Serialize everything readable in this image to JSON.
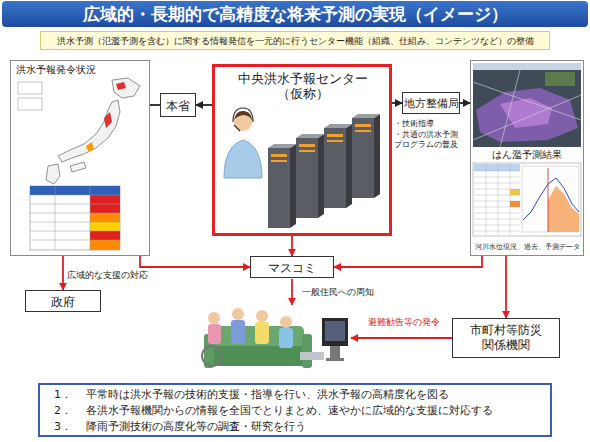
{
  "diagram": {
    "title": "広域的・長期的で高精度な将来予測の実現（イメージ）",
    "nodes": [
      {
        "text": [
          "洪水予測（氾濫予測を含む）に関する情報発信を一元的に行うセンター機能（組織、仕組み、コンテンツなど）の整備"
        ]
      },
      {
        "text": [
          "洪水予報発令状況"
        ]
      },
      {
        "text": [
          "本省"
        ]
      },
      {
        "text": [
          "中央洪水予報センター（仮称）"
        ]
      },
      {
        "text": [
          "地方整備局"
        ]
      },
      {
        "text": [
          "はん濫予測結果",
          "河川水位現況、過去、予測データ"
        ]
      },
      {
        "text": [
          "マスコミ"
        ]
      },
      {
        "text": [
          "政府"
        ]
      },
      {
        "text": [
          "市町村等防災関係機関"
        ]
      },
      {
        "text": [
          "1．",
          "平常時は洪水予報の技術的支援・指導を行い、洪水予報の高精度化を図る",
          "2．",
          "各洪水予報機関からの情報を全国でとりまとめ、速やかに広域的な支援に対応する",
          "3．",
          "降雨予測技術の高度化等の調査・研究を行う"
        ]
      }
    ],
    "edges": [
      {
        "from": 3,
        "to": 2,
        "arrow": "to"
      },
      {
        "from": 2,
        "to": 1,
        "arrow": "none"
      },
      {
        "from": 3,
        "to": 4,
        "arrow": "to"
      },
      {
        "from": 4,
        "to": 5,
        "arrow": "to"
      },
      {
        "from": 1,
        "to": 7,
        "label": "広域的な支援の対応",
        "arrow": "to"
      },
      {
        "from": 1,
        "to": 6,
        "arrow": "to"
      },
      {
        "from": 3,
        "to": 6,
        "arrow": "to"
      },
      {
        "from": 5,
        "to": 6,
        "arrow": "to"
      },
      {
        "from": 5,
        "to": 8,
        "arrow": "to"
      }
    ],
    "labels": [
      "・技術指導",
      "・共通の洪水予測プログラムの普及",
      "一般住民への周知",
      "避難勧告等の発令"
    ]
  }
}
